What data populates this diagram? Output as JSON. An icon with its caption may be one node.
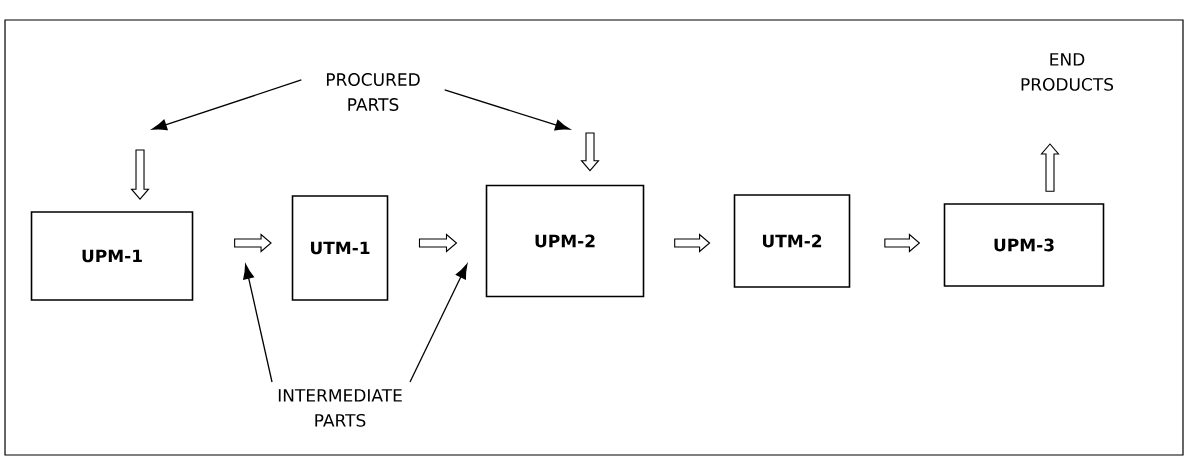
{
  "diagram": {
    "nodes": [
      {
        "text": [
          "PROCURED PARTS"
        ]
      },
      {
        "text": [
          "UPM-1"
        ]
      },
      {
        "text": [
          "UTM-1"
        ]
      },
      {
        "text": [
          "UPM-2"
        ]
      },
      {
        "text": [
          "UTM-2"
        ]
      },
      {
        "text": [
          "UPM-3"
        ]
      },
      {
        "text": [
          "END PRODUCTS"
        ]
      },
      {
        "text": [
          "INTERMEDIATE PARTS"
        ]
      }
    ],
    "edges": [
      {
        "from": null,
        "to": 1,
        "arrow": "to",
        "style": "thick"
      },
      {
        "from": null,
        "to": 3,
        "arrow": "to",
        "style": "thick"
      },
      {
        "from": 1,
        "to": 2,
        "arrow": "to",
        "style": "thick"
      },
      {
        "from": 2,
        "to": 3,
        "arrow": "to",
        "style": "thick"
      },
      {
        "from": 3,
        "to": 4,
        "arrow": "to",
        "style": "thick"
      },
      {
        "from": 4,
        "to": 5,
        "arrow": "to",
        "style": "thick"
      },
      {
        "from": 5,
        "to": 6,
        "arrow": "to",
        "style": "thick"
      },
      {
        "from": 0,
        "to": null,
        "arrow": "to"
      },
      {
        "from": 0,
        "to": null,
        "arrow": "to"
      },
      {
        "from": 7,
        "to": null,
        "arrow": "to"
      },
      {
        "from": 7,
        "to": null,
        "arrow": "to"
      }
    ]
  }
}
